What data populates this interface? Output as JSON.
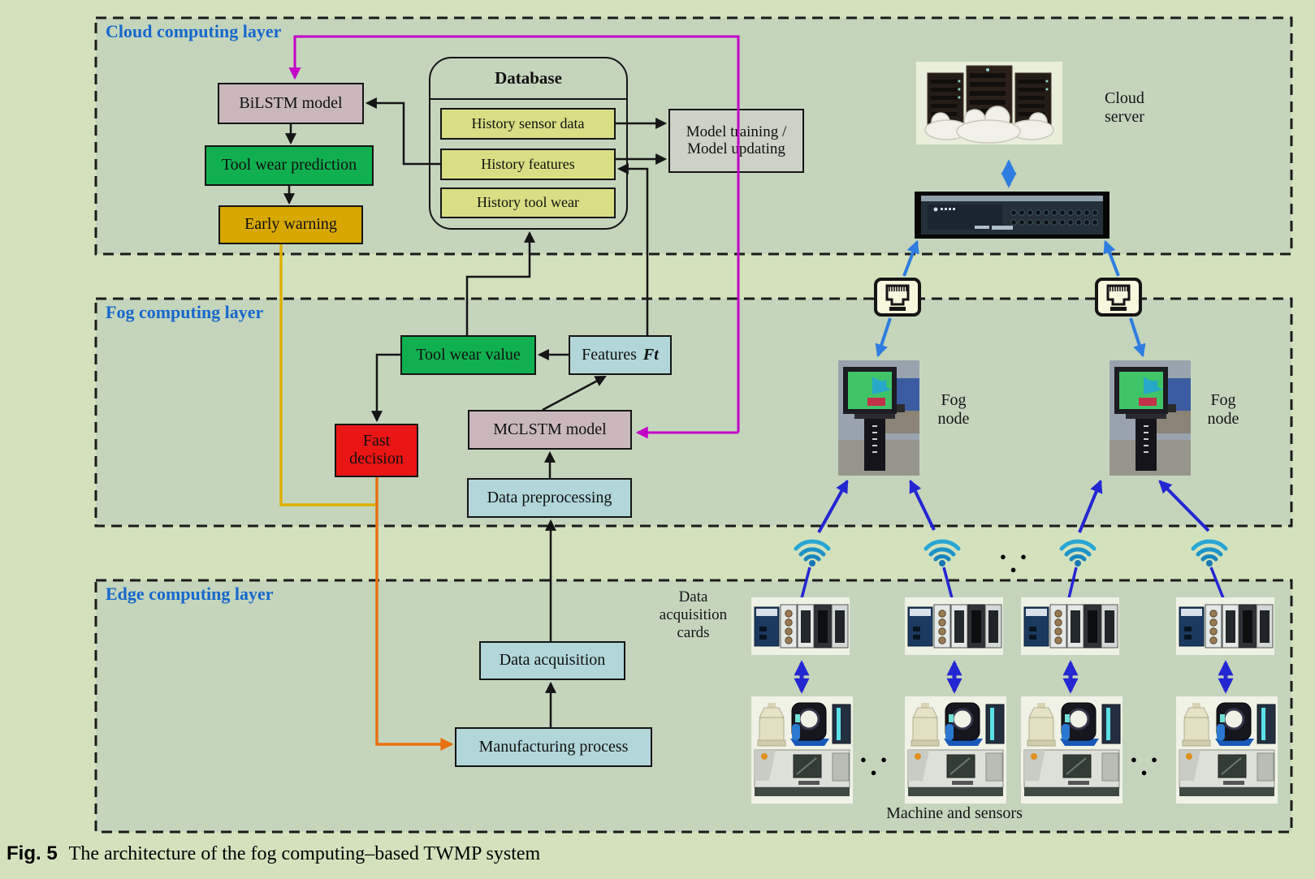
{
  "figure": {
    "caption_label": "Fig. 5",
    "caption_text": "The architecture of the fog computing–based TWMP system"
  },
  "layers": {
    "cloud": "Cloud computing layer",
    "fog": "Fog computing layer",
    "edge": "Edge computing layer"
  },
  "nodes": {
    "bilstm": "BiLSTM model",
    "tool_wear_prediction": "Tool wear prediction",
    "early_warning": "Early warning",
    "model_training1": "Model training /",
    "model_training2": "Model updating",
    "tool_wear_value": "Tool wear value",
    "features_label": "Features",
    "features_symbol": "Ft",
    "mclstm": "MCLSTM model",
    "fast1": "Fast",
    "fast2": "decision",
    "data_preprocessing": "Data preprocessing",
    "data_acquisition": "Data acquisition",
    "manufacturing_process": "Manufacturing process"
  },
  "database": {
    "title": "Database",
    "items": [
      "History sensor data",
      "History features",
      "History tool wear"
    ]
  },
  "hardware": {
    "cloud_server1": "Cloud",
    "cloud_server2": "server",
    "fog_node1": "Fog",
    "fog_node2": "node",
    "daq_cards1": "Data",
    "daq_cards2": "acquisition",
    "daq_cards3": "cards",
    "machine_sensors": "Machine and sensors",
    "ellipsis": "● ● ●"
  },
  "colors": {
    "page_bg": "#d3e2bd",
    "layer_bg": "#c4d5bc",
    "label_blue": "#1668cc",
    "box_green": "#10b050",
    "box_mauve": "#cab7bb",
    "box_gold": "#d8a800",
    "box_yellow_green": "#d9de84",
    "box_gray": "#cdd2c6",
    "box_red": "#ea1515",
    "box_light_blue": "#b2d6da",
    "line_black": "#151515",
    "line_magenta": "#c400c8",
    "line_yellow": "#dcb000",
    "line_orange": "#e8700e",
    "link_blue_light": "#2f7de0",
    "link_blue_deep": "#2426d2",
    "wifi_teal": "#1f93c8"
  }
}
